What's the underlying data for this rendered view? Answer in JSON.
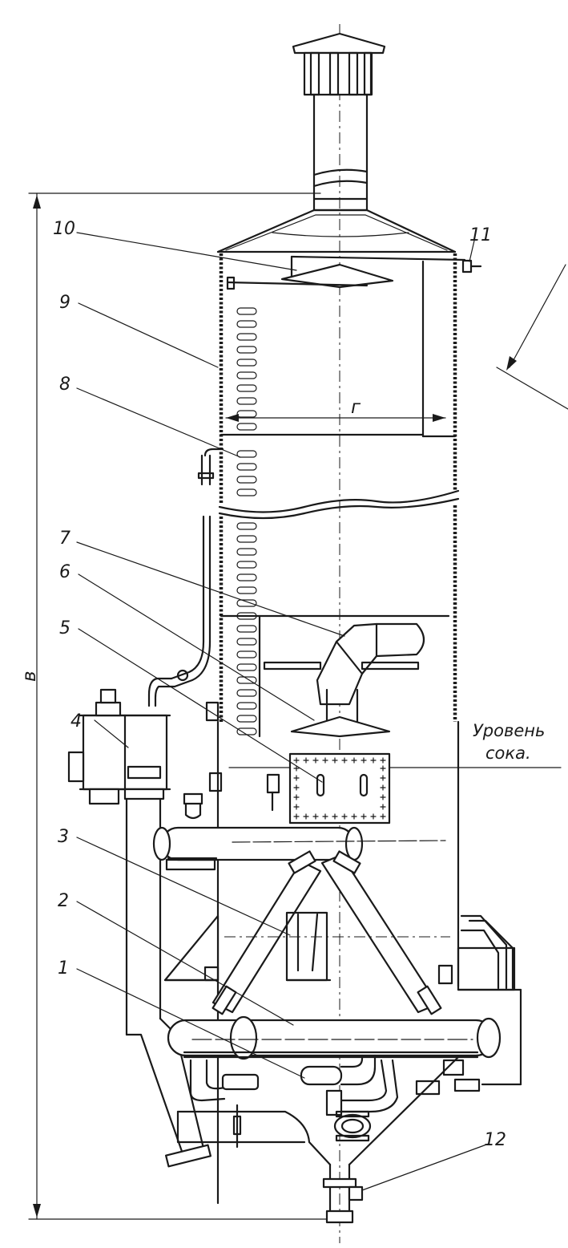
{
  "labels": {
    "l1": "1",
    "l2": "2",
    "l3": "3",
    "l4": "4",
    "l5": "5",
    "l6": "6",
    "l7": "7",
    "l8": "8",
    "l9": "9",
    "l10": "10",
    "l11": "11",
    "l12": "12"
  },
  "dimensions": {
    "height": "в",
    "width": "г"
  },
  "annotation": {
    "line1": "Уровень",
    "line2": "сока."
  }
}
